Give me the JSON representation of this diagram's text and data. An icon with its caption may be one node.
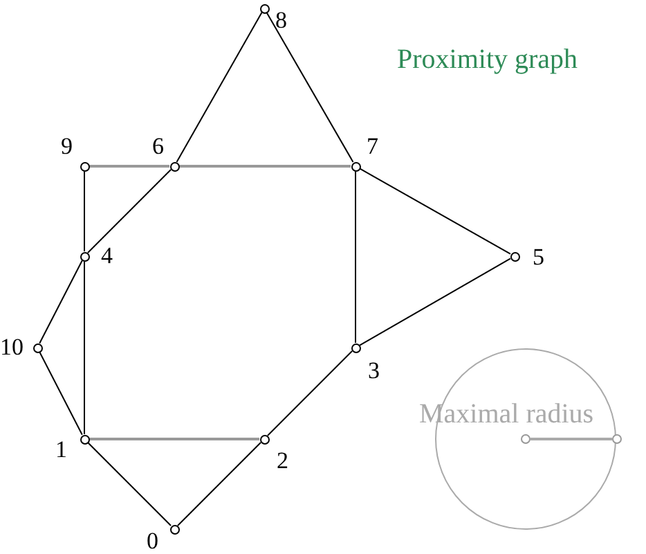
{
  "diagram": {
    "title": "Proximity graph",
    "nodes": [
      {
        "text": [],
        "shape": "circle",
        "beside": [
          "8"
        ]
      },
      {
        "text": [],
        "shape": "circle",
        "beside": [
          "9"
        ]
      },
      {
        "text": [],
        "shape": "circle",
        "beside": [
          "6"
        ]
      },
      {
        "text": [],
        "shape": "circle",
        "beside": [
          "7"
        ]
      },
      {
        "text": [],
        "shape": "circle",
        "beside": [
          "5"
        ]
      },
      {
        "text": [],
        "shape": "circle",
        "beside": [
          "4"
        ]
      },
      {
        "text": [],
        "shape": "circle",
        "beside": [
          "10"
        ]
      },
      {
        "text": [],
        "shape": "circle",
        "beside": [
          "3"
        ]
      },
      {
        "text": [],
        "shape": "circle",
        "beside": [
          "1"
        ]
      },
      {
        "text": [],
        "shape": "circle",
        "beside": [
          "2"
        ]
      },
      {
        "text": [],
        "shape": "circle",
        "beside": [
          "0"
        ]
      }
    ],
    "edges": [
      {
        "from": 0,
        "to": 2,
        "arrow": "none"
      },
      {
        "from": 0,
        "to": 3,
        "arrow": "none"
      },
      {
        "from": 1,
        "to": 2,
        "arrow": "none",
        "color": "#999999"
      },
      {
        "from": 2,
        "to": 3,
        "arrow": "none",
        "color": "#999999"
      },
      {
        "from": 1,
        "to": 5,
        "arrow": "none"
      },
      {
        "from": 2,
        "to": 5,
        "arrow": "none"
      },
      {
        "from": 3,
        "to": 4,
        "arrow": "none"
      },
      {
        "from": 3,
        "to": 7,
        "arrow": "none"
      },
      {
        "from": 4,
        "to": 7,
        "arrow": "none"
      },
      {
        "from": 5,
        "to": 6,
        "arrow": "none"
      },
      {
        "from": 5,
        "to": 8,
        "arrow": "none"
      },
      {
        "from": 6,
        "to": 8,
        "arrow": "none"
      },
      {
        "from": 8,
        "to": 9,
        "arrow": "none",
        "color": "#999999"
      },
      {
        "from": 7,
        "to": 9,
        "arrow": "none"
      },
      {
        "from": 8,
        "to": 10,
        "arrow": "none"
      },
      {
        "from": 9,
        "to": 10,
        "arrow": "none"
      }
    ],
    "labels": [
      "Maximal radius"
    ]
  }
}
